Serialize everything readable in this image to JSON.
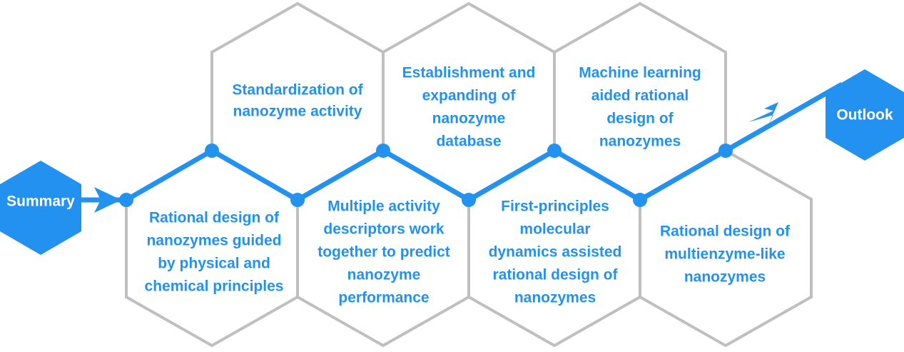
{
  "diagram": {
    "type": "honeycomb-roadmap",
    "title_start": "Summary",
    "title_end": "Outlook",
    "colors": {
      "accent_blue": "#2391f0",
      "hex_outline_gray": "#bfbfbf",
      "hex_fill": "#ffffff",
      "endcap_text": "#ffffff"
    }
  },
  "endcaps": {
    "start": {
      "label": "Summary",
      "name": "summary-hexagon"
    },
    "end": {
      "label": "Outlook",
      "name": "outlook-hexagon"
    }
  },
  "top_row": [
    {
      "id": "standardization",
      "lines": [
        "Standardization of",
        "nanozyme activity"
      ]
    },
    {
      "id": "database",
      "lines": [
        "Establishment and",
        "expanding of",
        "nanozyme",
        "database"
      ]
    },
    {
      "id": "machine-learning",
      "lines": [
        "Machine learning",
        "aided rational",
        "design of",
        "nanozymes"
      ]
    }
  ],
  "bottom_row": [
    {
      "id": "rational-design-principles",
      "lines": [
        "Rational design of",
        "nanozymes guided",
        "by physical and",
        "chemical principles"
      ]
    },
    {
      "id": "activity-descriptors",
      "lines": [
        "Multiple activity",
        "descriptors work",
        "together to predict",
        "nanozyme",
        "performance"
      ]
    },
    {
      "id": "first-principles-md",
      "lines": [
        "First-principles",
        "molecular",
        "dynamics assisted",
        "rational design of",
        "nanozymes"
      ]
    },
    {
      "id": "multienzyme-like",
      "lines": [
        "Rational design of",
        "multienzyme-like",
        "nanozymes"
      ]
    }
  ],
  "flow": {
    "node_count": 8,
    "arrow_start_label": "arrow-into-first-node",
    "arrow_end_label": "arrow-into-outlook"
  }
}
